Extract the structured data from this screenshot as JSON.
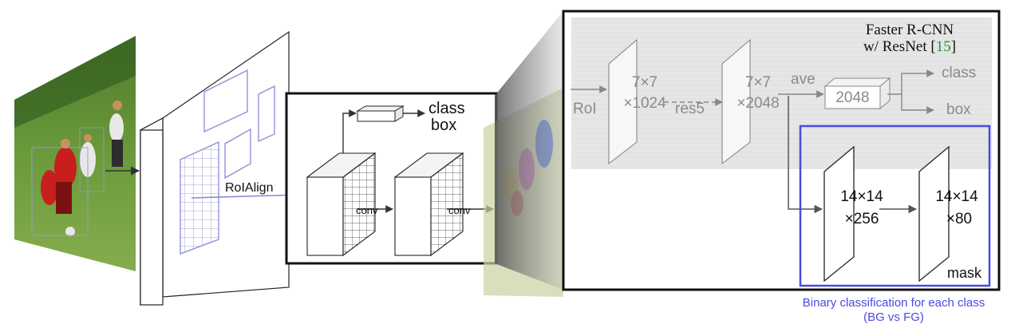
{
  "diagram": {
    "left": {
      "roialign_label": "RoIAlign",
      "class_box_label": [
        "class",
        "box"
      ],
      "conv_labels": [
        "conv",
        "conv"
      ]
    },
    "head": {
      "title_line1": "Faster R-CNN",
      "title_line2_prefix": "w/ ResNet [",
      "title_ref": "15",
      "title_line2_suffix": "]",
      "roi_label": "RoI",
      "feat1": [
        "7×7",
        "×1024"
      ],
      "res5_label": "res5",
      "feat2": [
        "7×7",
        "×2048"
      ],
      "ave_label": "ave",
      "fc_label": "2048",
      "class_out": "class",
      "box_out": "box",
      "mask1": [
        "14×14",
        "×256"
      ],
      "mask2": [
        "14×14",
        "×80"
      ],
      "mask_label": "mask"
    },
    "caption": [
      "Binary classification for each class",
      "(BG vs FG)"
    ]
  },
  "colors": {
    "accent_blue": "#4a4ae0",
    "roi_purple": "#8a8ad8",
    "head_gray_band": "#e6e6e6",
    "citation_green": "#2e8b2e"
  }
}
